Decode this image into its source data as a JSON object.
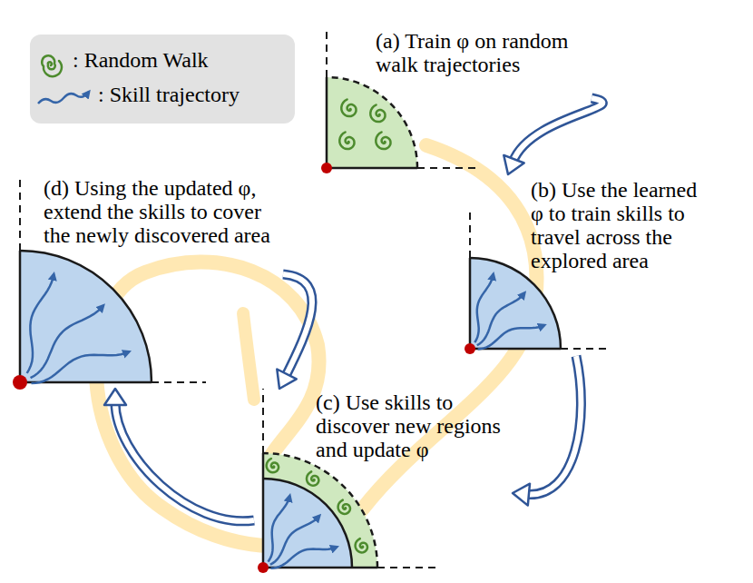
{
  "diagram": {
    "nodes": [
      {
        "text": [
          "(a) Train φ on random walk trajectories"
        ]
      },
      {
        "text": [
          "(b) Use the learned φ to train skills to travel across the explored area"
        ]
      },
      {
        "text": [
          "(c) Use skills to discover new regions and update φ"
        ]
      },
      {
        "text": [
          "(d) Using the updated φ, extend the skills to cover the newly discovered area"
        ]
      }
    ],
    "edges": [
      {
        "from": 0,
        "to": 1,
        "arrow": "to"
      },
      {
        "from": 1,
        "to": 2,
        "arrow": "to"
      },
      {
        "from": 2,
        "to": 3,
        "arrow": "to"
      },
      {
        "from": 3,
        "to": 2,
        "arrow": "to"
      }
    ],
    "legend": [
      {
        "text": ": Random Walk"
      },
      {
        "text": ": Skill trajectory"
      }
    ]
  }
}
